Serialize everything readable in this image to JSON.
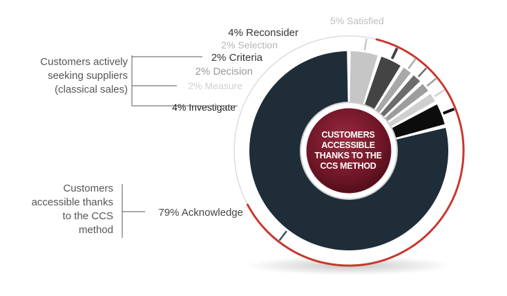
{
  "chart_data": {
    "type": "pie",
    "variant": "donut",
    "slices": [
      {
        "label": "79% Acknowledge",
        "value": 79,
        "color": "#1f2d38"
      },
      {
        "label": "4% Investigate",
        "value": 4,
        "color": "#0c0c0c"
      },
      {
        "label": "2% Measure",
        "value": 2,
        "color": "#cfcfcf"
      },
      {
        "label": "2% Decision",
        "value": 2,
        "color": "#9d9d9d"
      },
      {
        "label": "2% Criteria",
        "value": 2,
        "color": "#6c6c6c"
      },
      {
        "label": "2% Selection",
        "value": 2,
        "color": "#a8a8a8"
      },
      {
        "label": "4% Reconsider",
        "value": 4,
        "color": "#444444"
      },
      {
        "label": "5% Satisfied",
        "value": 5,
        "color": "#c6c6c6"
      }
    ],
    "label_colors": [
      "#444444",
      "#1a1a1a",
      "#d0d0d0",
      "#9a9a9a",
      "#333333",
      "#b5b5b5",
      "#333333",
      "#bdbdbd"
    ],
    "center_text": [
      "CUSTOMERS",
      "ACCESSIBLE",
      "THANKS TO THE",
      "CCS METHOD"
    ],
    "center_color": "#7a1a2c",
    "ring_color": "#c8372d"
  },
  "groups": {
    "classical": [
      "Customers actively",
      "seeking suppliers",
      "(classical sales)"
    ],
    "ccs": [
      "Customers",
      "accessible thanks",
      "to the CCS",
      "method"
    ]
  }
}
